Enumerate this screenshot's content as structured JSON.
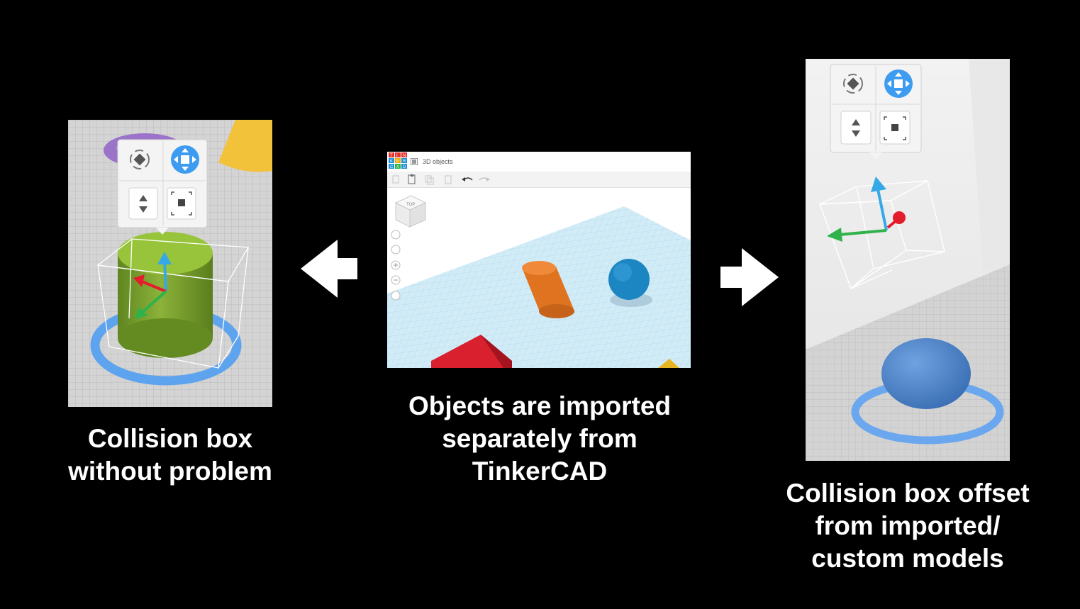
{
  "captions": {
    "left": [
      "Collision box",
      "without problem"
    ],
    "center": [
      "Objects are imported",
      "separately from",
      "TinkerCAD"
    ],
    "right": [
      "Collision box offset",
      "from imported/",
      "custom models"
    ]
  },
  "tinkercad": {
    "logo_letters": [
      "T",
      "I",
      "N",
      "K",
      "E",
      "R",
      "C",
      "A",
      "D"
    ],
    "title": "3D objects",
    "viewcube_label": "TOP"
  },
  "icons": {
    "rotate": "rotate-icon",
    "move": "move-icon",
    "height": "height-arrows-icon",
    "scale": "scale-icon",
    "arrow_left": "arrow-left-icon",
    "arrow_right": "arrow-right-icon"
  },
  "colors": {
    "background": "#000000",
    "caption_text": "#ffffff",
    "accent_blue": "#3d9bf0",
    "cylinder_green": "#7fa52e",
    "cylinder_orange": "#e97b2a",
    "sphere_blue": "#1b86c2",
    "box_red": "#d8202e",
    "cone_yellow": "#f2c23a",
    "torus_purple": "#9b73c9",
    "sphere_right": "#4f84c9"
  }
}
